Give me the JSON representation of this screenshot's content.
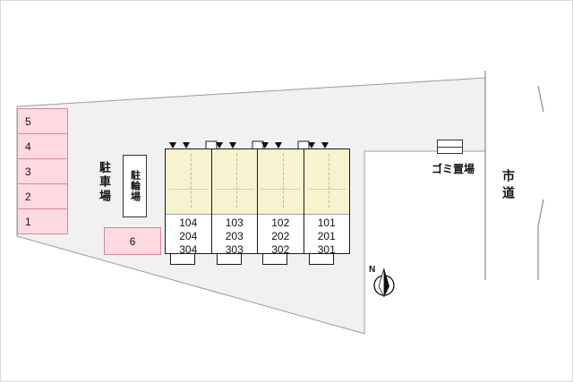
{
  "labels": {
    "parking": "駐車場",
    "bicycle": "駐輪場",
    "garbage": "ゴミ置場",
    "road": "市道",
    "compass_north": "N"
  },
  "parking": {
    "stalls": [
      "5",
      "4",
      "3",
      "2",
      "1"
    ],
    "stall_6": "6"
  },
  "building": {
    "units": [
      {
        "rooms": [
          "104",
          "204",
          "304"
        ]
      },
      {
        "rooms": [
          "103",
          "203",
          "303"
        ]
      },
      {
        "rooms": [
          "102",
          "202",
          "302"
        ]
      },
      {
        "rooms": [
          "101",
          "201",
          "301"
        ]
      }
    ]
  },
  "colors": {
    "site_fill": "#f1f1f1",
    "site_outline": "#9a9a9a",
    "stall_fill": "#ffd9e1",
    "stall_border": "#d4879b",
    "building_fill": "#f8f2cf",
    "building_outline": "#1a1a1a"
  }
}
